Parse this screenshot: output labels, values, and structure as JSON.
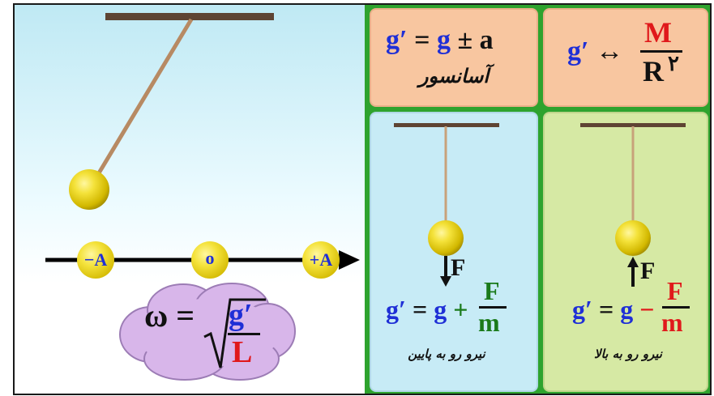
{
  "colors": {
    "accent_blue": "#1f2fd6",
    "accent_red": "#e0191b",
    "accent_green": "#1a7a1a",
    "panel_green": "#2ea32e",
    "orange_box": "#f8c6a0",
    "blue_box": "#c7ebf6",
    "lime_box": "#d6e9a4"
  },
  "axis": {
    "left_label": "−A",
    "center_label": "o",
    "right_label": "+A"
  },
  "omega_formula": {
    "lhs": "ω",
    "eq": "=",
    "num": "g′",
    "den": "L"
  },
  "elevator": {
    "g_prime": "g′",
    "eq": "=",
    "g": "g",
    "op": "±",
    "a": "a",
    "caption": "آسانسور"
  },
  "gravity": {
    "g_prime": "g′",
    "arrow": "↔",
    "num": "M",
    "den": "R",
    "exp": "۲"
  },
  "force_down": {
    "force_label": "F",
    "g_prime": "g′",
    "eq": "=",
    "g": "g",
    "op": "+",
    "num": "F",
    "den": "m",
    "caption": "نیرو رو به پایین"
  },
  "force_up": {
    "force_label": "F",
    "g_prime": "g′",
    "eq": "=",
    "g": "g",
    "op": "−",
    "num": "F",
    "den": "m",
    "caption": "نیرو رو به بالا"
  }
}
